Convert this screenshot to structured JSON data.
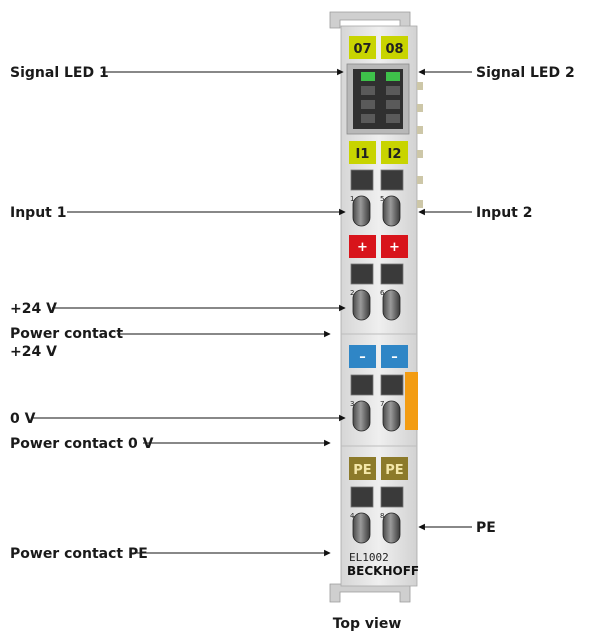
{
  "labels": {
    "signal_led_1": "Signal LED 1",
    "signal_led_2": "Signal LED 2",
    "input_1": "Input 1",
    "input_2": "Input 2",
    "plus24v": "+24 V",
    "power_contact": "Power contact",
    "power_contact_24v": "+24 V",
    "zero_v": "0 V",
    "power_contact_0v": "Power contact 0 V",
    "pe": "PE",
    "power_contact_pe": "Power contact PE",
    "caption": "Top view"
  },
  "terminal": {
    "led_tag_1": "07",
    "led_tag_2": "08",
    "input_tag_1": "I1",
    "input_tag_2": "I2",
    "plus_tag": "+",
    "minus_tag": "–",
    "pe_tag_1": "PE",
    "pe_tag_2": "PE",
    "contact_numbers": [
      "1",
      "5",
      "2",
      "6",
      "3",
      "7",
      "4",
      "8"
    ],
    "model": "EL1002",
    "brand": "BECKHOFF"
  },
  "colors": {
    "yellow": "#c8d400",
    "red": "#d8141b",
    "blue": "#2f86c6",
    "pe_gold": "#8c7a2a",
    "led_green": "#3ec14a",
    "orange": "#f39c12",
    "housing": "#e8e8e8"
  }
}
